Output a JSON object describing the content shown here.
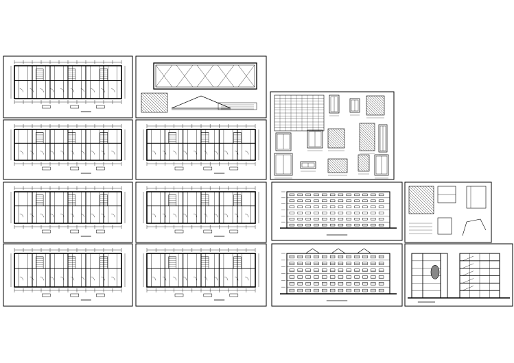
{
  "drawing_set": {
    "background": "#ffffff",
    "ink_color": "#000000",
    "sheets": [
      {
        "id": "floor-plan-1",
        "kind": "plan"
      },
      {
        "id": "roof-plan",
        "kind": "roof"
      },
      {
        "id": "floor-plan-2",
        "kind": "plan"
      },
      {
        "id": "floor-plan-3",
        "kind": "plan"
      },
      {
        "id": "floor-plan-4",
        "kind": "plan"
      },
      {
        "id": "floor-plan-5",
        "kind": "plan"
      },
      {
        "id": "floor-plan-6",
        "kind": "plan"
      },
      {
        "id": "floor-plan-7",
        "kind": "plan"
      },
      {
        "id": "door-window-schedule",
        "kind": "schedule"
      },
      {
        "id": "elevation-front",
        "kind": "elevation"
      },
      {
        "id": "elevation-rear",
        "kind": "elevation"
      },
      {
        "id": "details",
        "kind": "details"
      },
      {
        "id": "side-elevation-section",
        "kind": "section"
      }
    ]
  }
}
